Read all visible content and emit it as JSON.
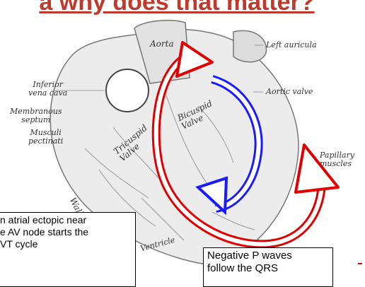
{
  "title": "a why does that matter?",
  "anatomy_labels": {
    "aorta": "Aorta",
    "left_auricula": "Left auricula",
    "aortic_valve": "Aortic valve",
    "inferior_vena_cava": "Inferior\nvena cava",
    "membranous_septum": "Membranous\nseptum",
    "musculi_pectinati": "Musculi\npectinati",
    "bicuspid_valve": "Bicuspid\nValve",
    "tricuspid_valve": "Tricuspid\nValve",
    "papillary_muscles": "Papillary\nmuscles",
    "wall_of_ri": "Wall of Ri",
    "ventricle": "Ventricle"
  },
  "text_boxes": {
    "ectopic": "n atrial ectopic near\ne AV node starts the\nVT cycle",
    "negative_p": "Negative P waves\nfollow the QRS"
  },
  "colors": {
    "title": "#c0392b",
    "outer_arrow": "#e00000",
    "inner_arrow": "#1a1aff"
  }
}
